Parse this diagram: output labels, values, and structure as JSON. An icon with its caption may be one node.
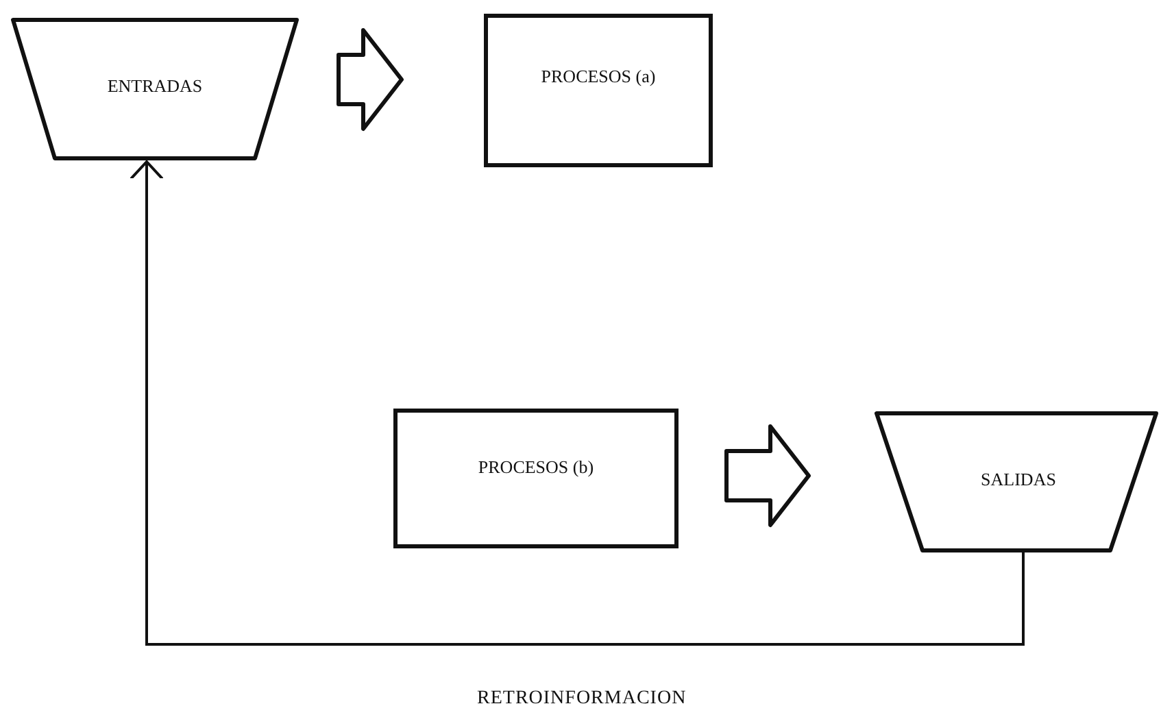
{
  "diagram": {
    "nodes": [
      {
        "text": [
          "ENTRADAS"
        ]
      },
      {
        "text": [
          "PROCESOS (a)"
        ]
      },
      {
        "text": [
          "PROCESOS (b)"
        ]
      },
      {
        "text": [
          "SALIDAS"
        ]
      }
    ],
    "edges": [
      {
        "from": 0,
        "to": 1,
        "arrow": "to",
        "style": "thick"
      },
      {
        "from": 2,
        "to": 3,
        "arrow": "to",
        "style": "thick"
      },
      {
        "from": 3,
        "to": 0,
        "arrow": "to",
        "label": "RETROINFORMACION"
      }
    ]
  }
}
